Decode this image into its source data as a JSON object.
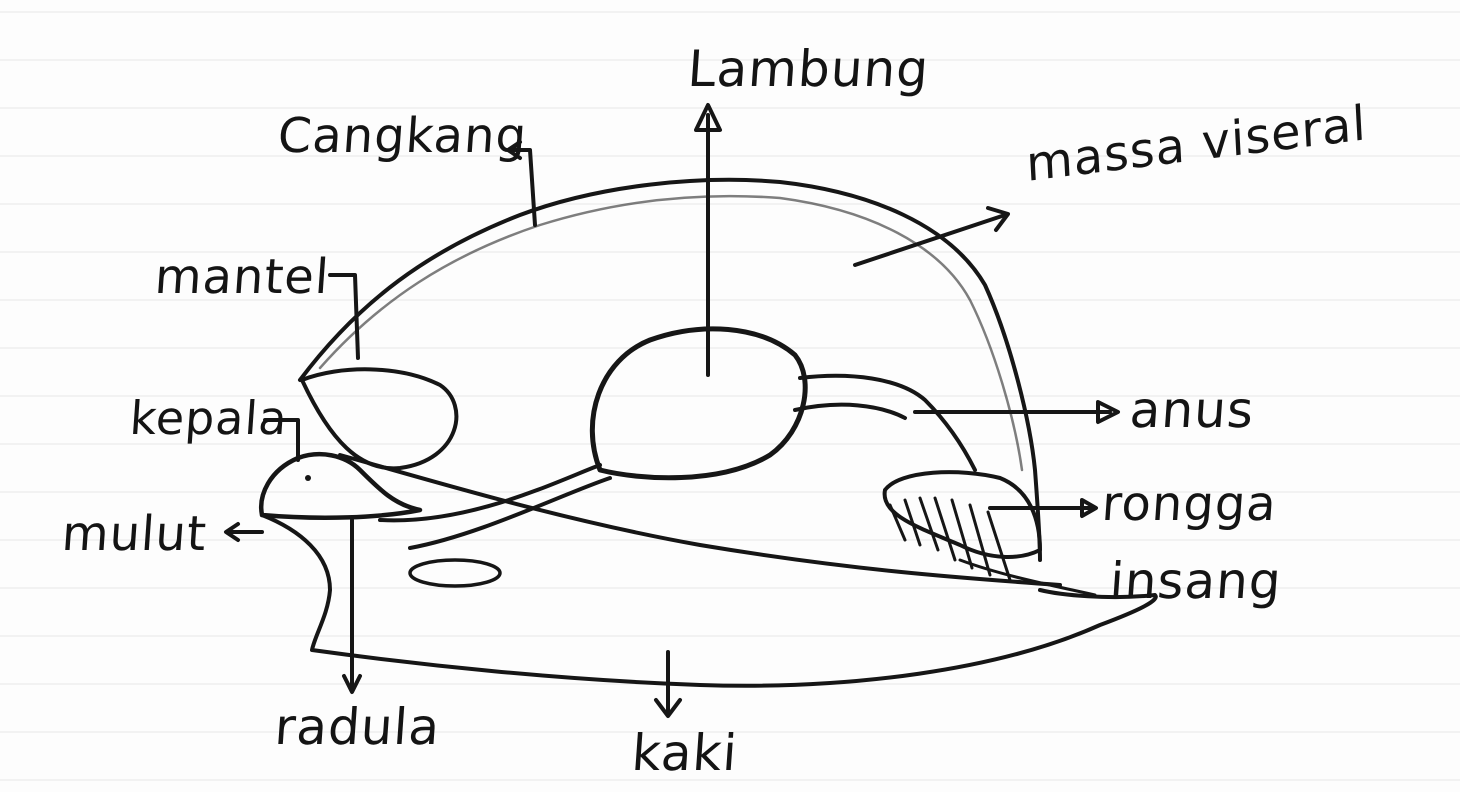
{
  "diagram": {
    "labels": {
      "lambung": "Lambung",
      "cangkang": "Cangkang",
      "massa_viseral": "massa viseral",
      "mantel": "mantel",
      "kepala": "kepala",
      "mulut": "mulut",
      "anus": "anus",
      "rongga": "rongga",
      "insang": "insang",
      "radula": "radula",
      "kaki": "kaki"
    }
  }
}
